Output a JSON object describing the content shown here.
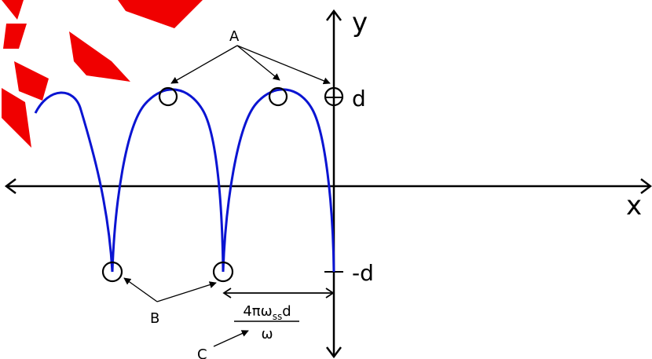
{
  "labels": {
    "x_axis": "x",
    "y_axis": "y",
    "d_pos": "d",
    "d_neg": "-d",
    "point_a": "A",
    "point_b": "B",
    "point_c": "C"
  },
  "spacing_formula": {
    "numerator_prefix": "4πω",
    "numerator_subscript": "ss",
    "numerator_suffix": "d",
    "denominator": "ω"
  },
  "colors": {
    "curve": "#0a14d2",
    "watermark": "#f00000",
    "axes": "#000000"
  }
}
